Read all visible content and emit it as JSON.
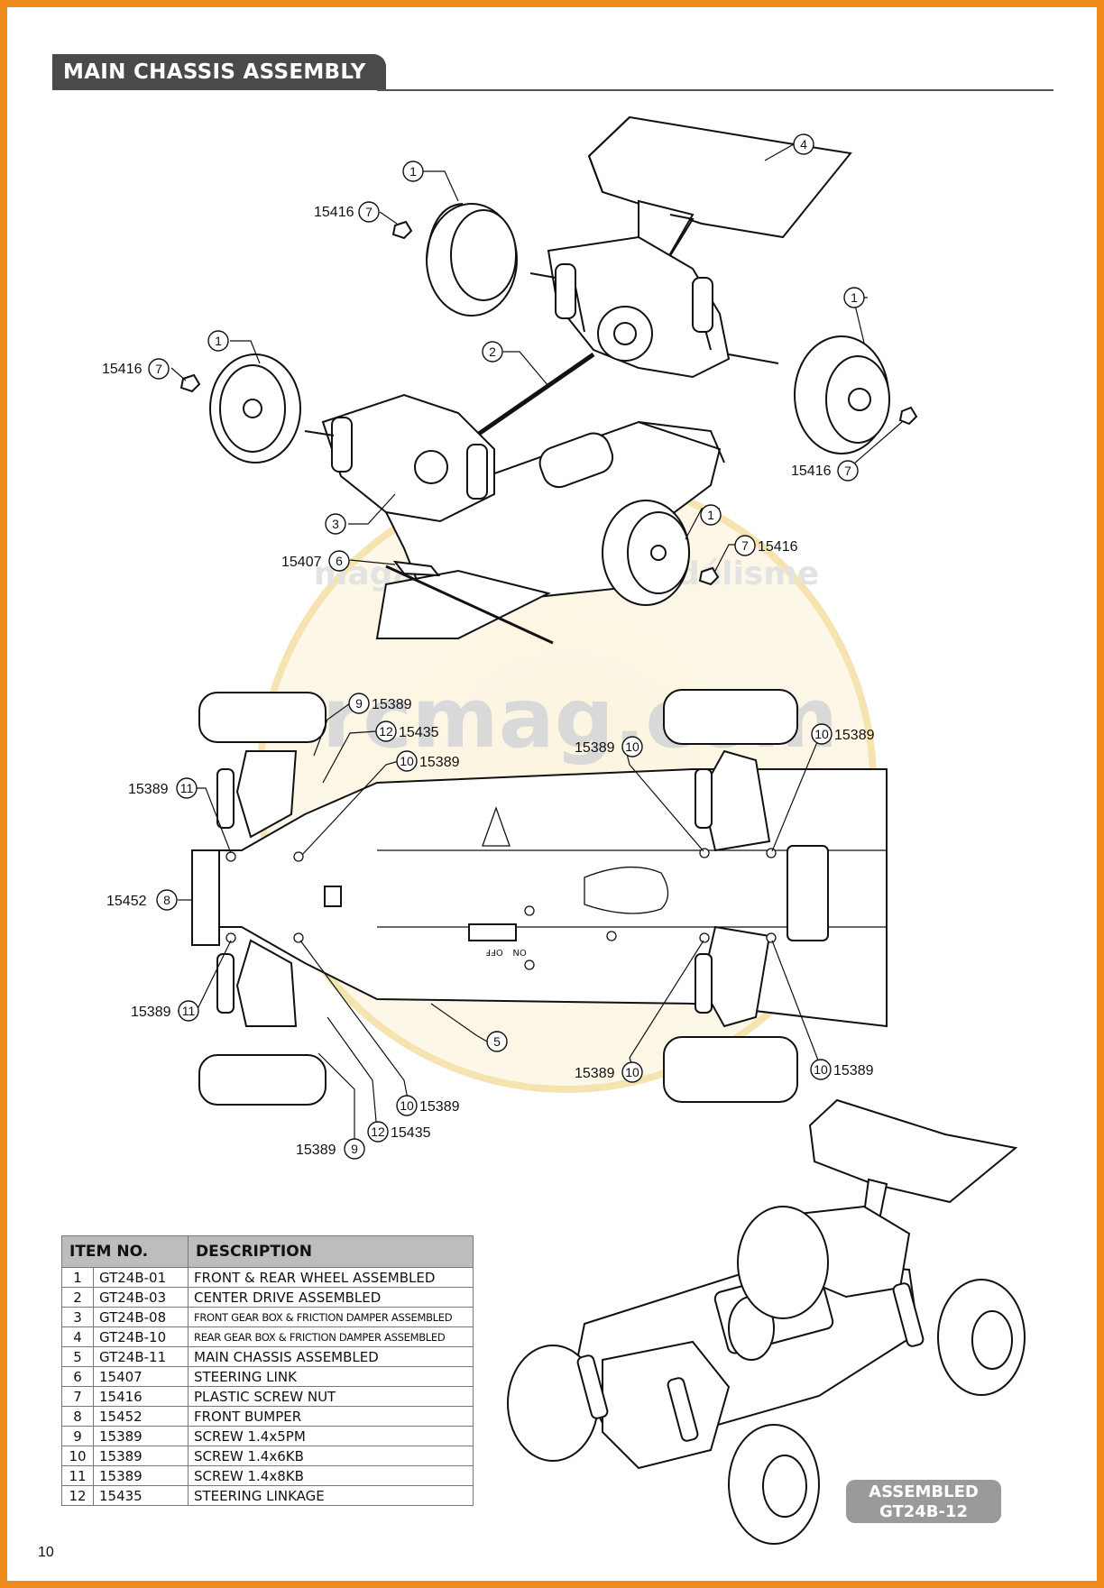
{
  "header": {
    "title": "MAIN CHASSIS ASSEMBLY"
  },
  "watermark": {
    "text_top": "magazine d'Automodélisme",
    "text_main": "rcmag.com"
  },
  "exploded_view_callouts": {
    "c1": "1",
    "c2": "2",
    "c3": "3",
    "c4": "4",
    "c6": "6",
    "c7": "7",
    "p15416": "15416",
    "p15407": "15407"
  },
  "underside_view_callouts": {
    "c5": "5",
    "c8": "8",
    "c9": "9",
    "c10": "10",
    "c11": "11",
    "c12": "12",
    "p15389": "15389",
    "p15435": "15435",
    "p15452": "15452",
    "switch_on": "ON",
    "switch_off": "OFF"
  },
  "parts_table": {
    "headers": {
      "item": "ITEM NO.",
      "description": "DESCRIPTION"
    },
    "rows": [
      {
        "num": "1",
        "item": "GT24B-01",
        "description": "FRONT & REAR WHEEL ASSEMBLED"
      },
      {
        "num": "2",
        "item": "GT24B-03",
        "description": "CENTER DRIVE ASSEMBLED"
      },
      {
        "num": "3",
        "item": "GT24B-08",
        "description": "FRONT GEAR BOX & FRICTION DAMPER ASSEMBLED"
      },
      {
        "num": "4",
        "item": "GT24B-10",
        "description": "REAR GEAR BOX & FRICTION DAMPER ASSEMBLED"
      },
      {
        "num": "5",
        "item": "GT24B-11",
        "description": "MAIN CHASSIS ASSEMBLED"
      },
      {
        "num": "6",
        "item": "15407",
        "description": "STEERING LINK"
      },
      {
        "num": "7",
        "item": "15416",
        "description": "PLASTIC SCREW NUT"
      },
      {
        "num": "8",
        "item": "15452",
        "description": "FRONT BUMPER"
      },
      {
        "num": "9",
        "item": "15389",
        "description": "SCREW 1.4x5PM"
      },
      {
        "num": "10",
        "item": "15389",
        "description": "SCREW 1.4x6KB"
      },
      {
        "num": "11",
        "item": "15389",
        "description": "SCREW 1.4x8KB"
      },
      {
        "num": "12",
        "item": "15435",
        "description": "STEERING LINKAGE"
      }
    ]
  },
  "assembled_badge": {
    "line1": "ASSEMBLED",
    "line2": "GT24B-12"
  },
  "page_number": "10"
}
